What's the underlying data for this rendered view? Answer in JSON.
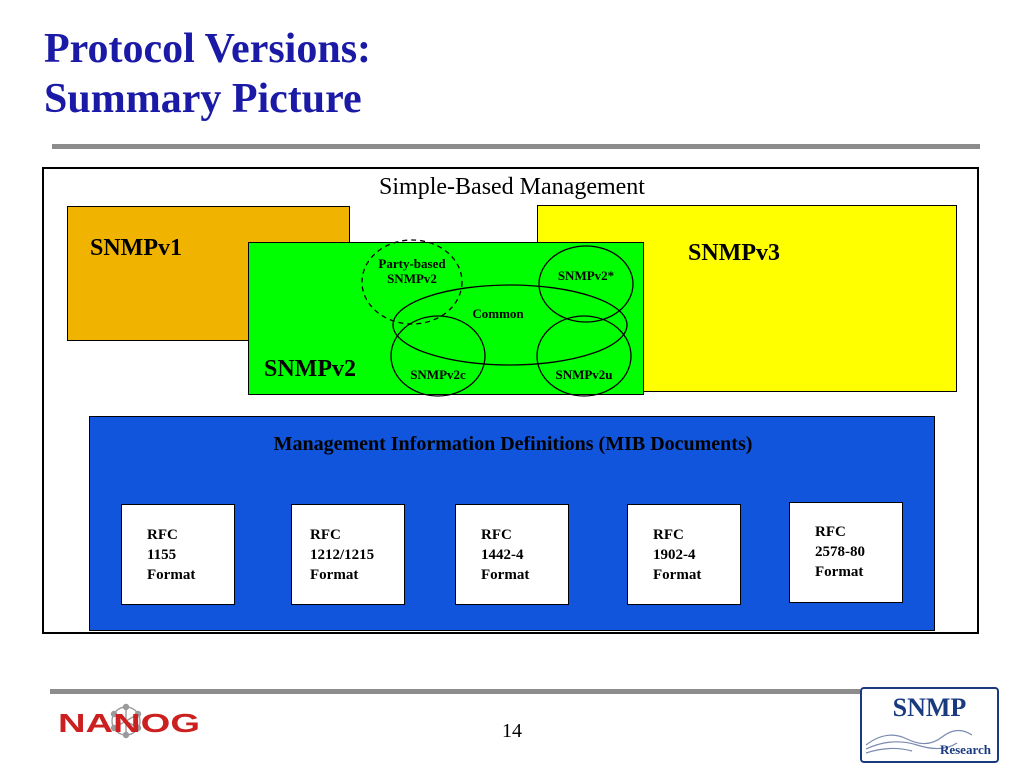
{
  "slide": {
    "title_line1": "Protocol Versions:",
    "title_line2": "Summary Picture",
    "page_number": "14"
  },
  "diagram": {
    "frame_label": "Simple-Based Management",
    "snmpv1": "SNMPv1",
    "snmpv2": "SNMPv2",
    "snmpv3": "SNMPv3",
    "party_based_line1": "Party-based",
    "party_based_line2": "SNMPv2",
    "snmpv2_star": "SNMPv2*",
    "common": "Common",
    "snmpv2c": "SNMPv2c",
    "snmpv2u": "SNMPv2u",
    "mib_title": "Management Information Definitions (MIB Documents)",
    "rfcs": [
      {
        "line1": "RFC",
        "line2": "1155",
        "line3": "Format"
      },
      {
        "line1": "RFC",
        "line2": "1212/1215",
        "line3": "Format"
      },
      {
        "line1": "RFC",
        "line2": "1442-4",
        "line3": "Format"
      },
      {
        "line1": "RFC",
        "line2": "1902-4",
        "line3": "Format"
      },
      {
        "line1": "RFC",
        "line2": "2578-80",
        "line3": "Format"
      }
    ]
  },
  "logos": {
    "nanog": "NANOG",
    "snmp": "SNMP",
    "research": "Research"
  },
  "colors": {
    "title": "#1a1aa6",
    "snmpv1_fill": "#f0b400",
    "snmpv2_fill": "#00ff00",
    "snmpv3_fill": "#ffff00",
    "mib_fill": "#1155dd",
    "nanog_red": "#cc1f1f"
  }
}
